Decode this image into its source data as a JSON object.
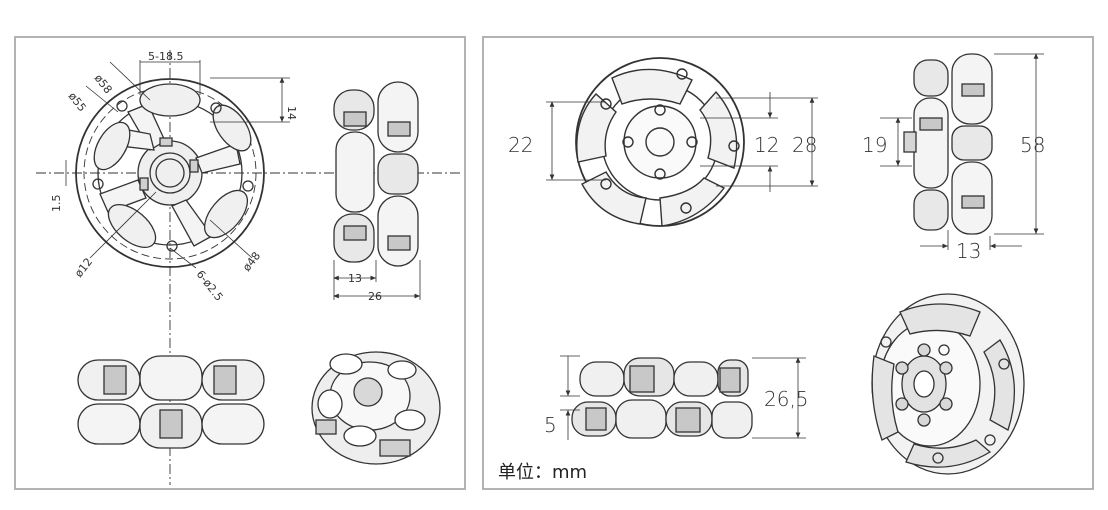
{
  "left_panel": {
    "front_view_dims": {
      "d58": "ø58",
      "d55": "ø55",
      "d12": "ø12",
      "d48": "ø48",
      "holes": "6-ø2.5",
      "offset": "1.5",
      "range": "5-18.5",
      "h14": "14"
    },
    "side_view_dims": {
      "w13": "13",
      "w26": "26"
    }
  },
  "right_panel": {
    "front_view_dims": {
      "d22": "22",
      "d12": "12",
      "d28": "28"
    },
    "side_view_dims": {
      "h19": "19",
      "h58": "58",
      "w13": "13"
    },
    "bottom_view_dims": {
      "h26_5": "26,5",
      "h5": "5"
    },
    "unit_label": "单位：mm"
  },
  "colors": {
    "line": "#333333",
    "border": "#b3b3b3",
    "fill_light": "#e6e6e6",
    "fill_dark": "#bdbdbd"
  }
}
